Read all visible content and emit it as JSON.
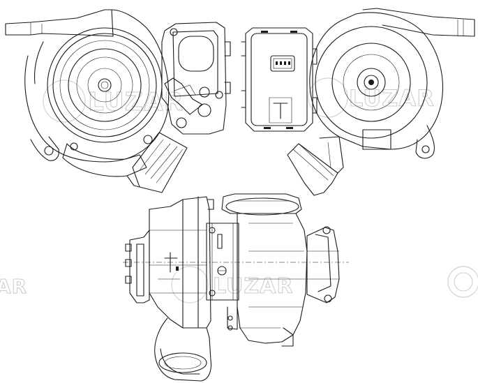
{
  "watermark": {
    "logo_text": "LUZAR",
    "edge_text": "AR"
  },
  "colors": {
    "line": "#1a1a1a",
    "watermark": "#c9c9c9",
    "background": "#ffffff"
  },
  "views": [
    {
      "id": "compressor-side-view"
    },
    {
      "id": "actuator-view"
    },
    {
      "id": "turbine-side-view"
    },
    {
      "id": "assembled-side-view"
    }
  ]
}
